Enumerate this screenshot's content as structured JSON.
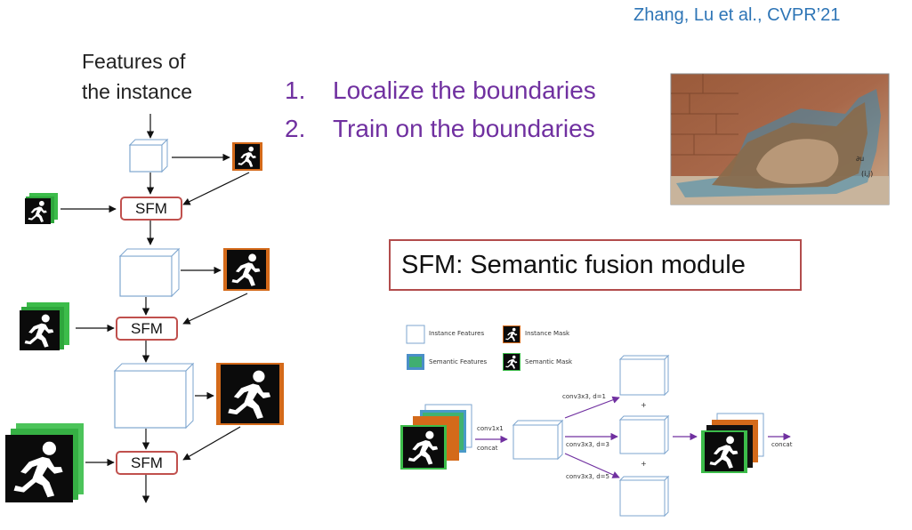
{
  "citation": "Zhang, Lu et al., CVPR’21",
  "features_label": {
    "line1": "Features of",
    "line2": "the instance"
  },
  "steps": [
    {
      "num": "1.",
      "text": "Localize the boundaries"
    },
    {
      "num": "2.",
      "text": "Train on the boundaries"
    }
  ],
  "sfm_label": "SFM",
  "sfm_title": "SFM: Semantic fusion module",
  "legend": {
    "instance_features": "Instance Features",
    "instance_mask": "Instance Mask",
    "semantic_features": "Semantic Features",
    "semantic_mask": "Semantic Mask"
  },
  "module_labels": {
    "conv1x1": "conv1x1",
    "concat_in": "concat",
    "conv_d1": "conv3x3, d=1",
    "conv_d3": "conv3x3, d=3",
    "conv_d5": "conv3x3, d=5",
    "plus_top": "+",
    "plus_bottom": "+",
    "concat_out": "concat"
  },
  "photo_labels": {
    "partial": "∂u",
    "coord": "(i,j)"
  },
  "colors": {
    "purple": "#7030a0",
    "citation_blue": "#2e75b6",
    "sfm_red": "#c0504d",
    "feature_blue": "#8fb4d6",
    "semantic_green": "#3cbc4a"
  },
  "icons": [
    "runner-mask-icon",
    "semantic-runner-icon",
    "cat-photo"
  ]
}
